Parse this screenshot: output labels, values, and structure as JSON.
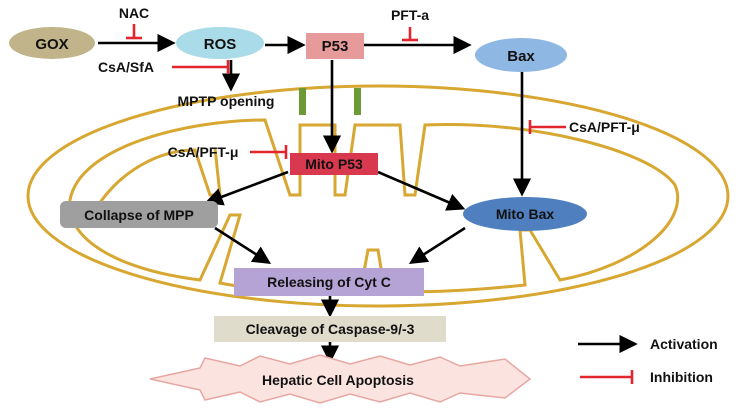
{
  "nodes": {
    "gox": "GOX",
    "ros": "ROS",
    "p53": "P53",
    "bax": "Bax",
    "mptp": "MPTP opening",
    "mito_p53": "Mito P53",
    "mito_bax": "Mito Bax",
    "collapse_mpp": "Collapse of MPP",
    "releasing_cytc": "Releasing of Cyt C",
    "cleavage": "Cleavage of Caspase-9/-3",
    "apoptosis": "Hepatic Cell Apoptosis"
  },
  "inhibitors": {
    "nac": "NAC",
    "csa_sfa": "CsA/SfA",
    "pft_a": "PFT-a",
    "csa_pft_right": "CsA/PFT-μ",
    "csa_pft_left": "CsA/PFT-μ"
  },
  "legend": {
    "activation": "Activation",
    "inhibition": "Inhibition"
  },
  "colors": {
    "arrow": "#000000",
    "inhibit": "#e3262d",
    "mito_outline": "#d7a731",
    "channel": "#6b9a37",
    "gox_fill": "#c2b48a",
    "ros_fill": "#a9dbe8",
    "p53_fill": "#e69a9a",
    "bax_fill": "#8fb7e3",
    "mito_p53_fill": "#d8394e",
    "mito_bax_fill": "#4f7fbf",
    "collapse_fill": "#9f9f9f",
    "cytc_fill": "#b4a3d4",
    "cleavage_fill": "#dfdccb",
    "apoptosis_fill": "#fbe3e0",
    "apoptosis_stroke": "#e7a6a1"
  }
}
